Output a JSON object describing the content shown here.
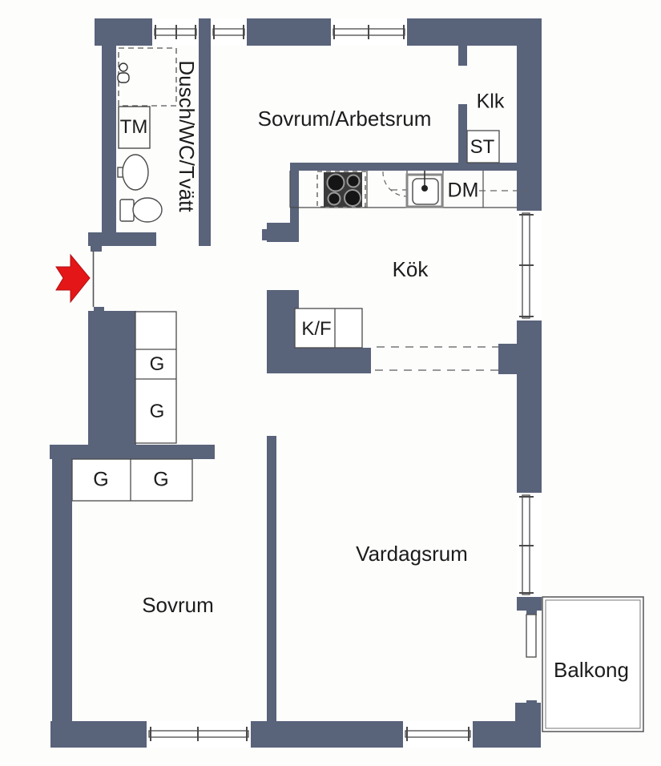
{
  "floorplan": {
    "rooms": {
      "bathroom": "Dusch/WC/Tvätt",
      "bedroom_office": "Sovrum/Arbetsrum",
      "walk_in_closet": "Klk",
      "kitchen": "Kök",
      "bedroom": "Sovrum",
      "living_room": "Vardagsrum",
      "balcony": "Balkong"
    },
    "fixtures": {
      "washing_machine": "TM",
      "shelf_unit": "ST",
      "dishwasher": "DM",
      "fridge_freezer": "K/F"
    },
    "wardrobes": {
      "hall": [
        "G",
        "G"
      ],
      "bedroom": [
        "G",
        "G"
      ]
    },
    "colors": {
      "wall": "#59637a",
      "entry_arrow": "#e51617"
    }
  }
}
